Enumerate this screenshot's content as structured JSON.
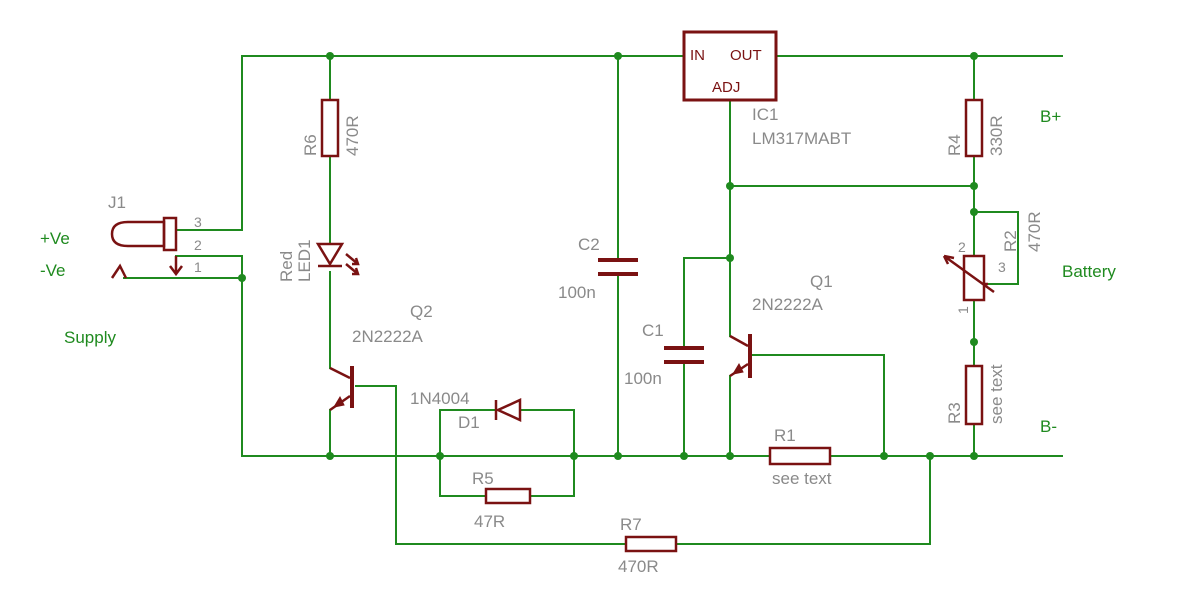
{
  "nets": {
    "plus_ve": "+Ve",
    "minus_ve": "-Ve",
    "supply": "Supply",
    "b_plus": "B+",
    "b_minus": "B-",
    "battery": "Battery"
  },
  "j1": {
    "name": "J1",
    "pin3": "3",
    "pin2": "2",
    "pin1": "1"
  },
  "ic1": {
    "name": "IC1",
    "value": "LM317MABT",
    "pin_in": "IN",
    "pin_out": "OUT",
    "pin_adj": "ADJ"
  },
  "r6": {
    "name": "R6",
    "value": "470R"
  },
  "led1": {
    "name": "LED1",
    "value": "Red"
  },
  "q2": {
    "name": "Q2",
    "value": "2N2222A"
  },
  "q1": {
    "name": "Q1",
    "value": "2N2222A"
  },
  "d1": {
    "name": "D1",
    "value": "1N4004"
  },
  "r5": {
    "name": "R5",
    "value": "47R"
  },
  "r7": {
    "name": "R7",
    "value": "470R"
  },
  "c2": {
    "name": "C2",
    "value": "100n"
  },
  "c1": {
    "name": "C1",
    "value": "100n"
  },
  "r1": {
    "name": "R1",
    "value": "see text"
  },
  "r4": {
    "name": "R4",
    "value": "330R"
  },
  "r2": {
    "name": "R2",
    "value": "470R",
    "pin1": "1",
    "pin2": "2",
    "pin3": "3"
  },
  "r3": {
    "name": "R3",
    "value": "see text"
  },
  "colors": {
    "wire": "#1f8a1f",
    "component": "#7a1212",
    "label": "#8a8a8a"
  }
}
